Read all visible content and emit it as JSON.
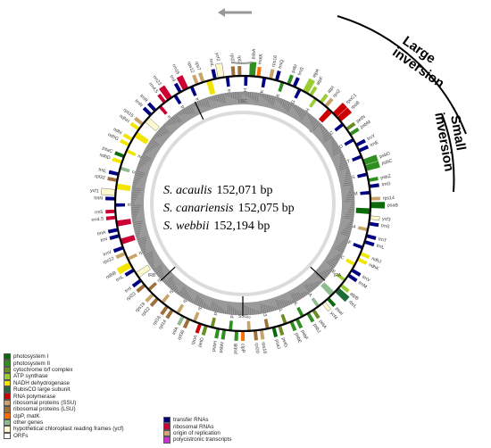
{
  "species": [
    {
      "name": "S. acaulis",
      "size": "152,071 bp"
    },
    {
      "name": "S. canariensis",
      "size": "152,075 bp"
    },
    {
      "name": "S. webbii",
      "size": "152,194 bp"
    }
  ],
  "inversions": {
    "large": [
      "Large",
      "inversion"
    ],
    "small": [
      "Small",
      "inversion"
    ]
  },
  "regions": {
    "lsc": "LSC",
    "ira": "IRA",
    "irb": "IRB",
    "ssc": "SSC"
  },
  "legend": [
    {
      "label": "photosystem I",
      "color": "#0b6b0b"
    },
    {
      "label": "photosystem II",
      "color": "#2f8f1f"
    },
    {
      "label": "cytochrome b/f complex",
      "color": "#6b8e23"
    },
    {
      "label": "ATP synthase",
      "color": "#9acd32"
    },
    {
      "label": "NADH dehydrogenase",
      "color": "#f2e500"
    },
    {
      "label": "RubisCO large subunit",
      "color": "#1e6b3a"
    },
    {
      "label": "RNA polymerase",
      "color": "#cc0000"
    },
    {
      "label": "ribosomal proteins (SSU)",
      "color": "#c8a46a"
    },
    {
      "label": "ribosomal proteins (LSU)",
      "color": "#a0703c"
    },
    {
      "label": "clpP, matK",
      "color": "#ff6f00"
    },
    {
      "label": "other genes",
      "color": "#8fbc8f"
    },
    {
      "label": "hypothetical chloroplast reading frames (ycf)",
      "color": "#fffacd"
    },
    {
      "label": "ORFs",
      "color": "#ffffff"
    }
  ],
  "legend2": [
    {
      "label": "transfer RNAs",
      "color": "#000080"
    },
    {
      "label": "ribosomal RNAs",
      "color": "#cc0033"
    },
    {
      "label": "origin of replication",
      "color": "#d2a679"
    },
    {
      "label": "polycistronic transcripts",
      "color": "#cc33cc"
    }
  ],
  "genes": {
    "outer": [
      "trnH",
      "psbA",
      "matK",
      "trnK",
      "rps16",
      "trnQ",
      "psbK",
      "psbI",
      "trnS",
      "trnG",
      "atpA",
      "atpF",
      "atpH",
      "atpI",
      "rps2",
      "rpoC2",
      "rpoC1",
      "rpoB",
      "trnC",
      "petN",
      "psbM",
      "trnD",
      "trnY",
      "trnE",
      "trnT",
      "psbD",
      "psbC",
      "trnS",
      "psbZ",
      "trnG",
      "trnfM",
      "rps14",
      "psaB",
      "psaA",
      "ycf3",
      "trnS",
      "rps4",
      "trnT",
      "trnL",
      "trnF",
      "ndhJ",
      "ndhK",
      "ndhC",
      "trnV",
      "trnM",
      "atpE",
      "atpB",
      "rbcL",
      "accD",
      "psaI",
      "ycf4",
      "cemA",
      "petA",
      "psbJ",
      "psbL",
      "psbF",
      "psbE",
      "petL",
      "petG",
      "psaJ",
      "rpl33",
      "rps18",
      "rpl20",
      "rps12",
      "clpP",
      "psbB",
      "psbT",
      "psbN",
      "psbH",
      "petB",
      "petD",
      "rpoA",
      "rps11",
      "rpl36",
      "infA",
      "rps8",
      "rpl14",
      "rpl16",
      "rps3",
      "rpl22",
      "rps19",
      "rpl2",
      "rpl23",
      "trnI",
      "ycf2",
      "trnL",
      "ndhB",
      "rps7",
      "rps12",
      "trnV",
      "rrn16",
      "trnI",
      "trnA",
      "rrn23",
      "rrn4.5",
      "rrn5",
      "trnR",
      "trnN",
      "ycf1",
      "ndhF",
      "rpl32",
      "trnL",
      "ccsA",
      "ndhD",
      "psaC",
      "ndhE",
      "ndhG",
      "ndhI",
      "ndhA",
      "ndhH",
      "rps15",
      "ycf1",
      "trnN",
      "trnR",
      "rrn5",
      "rrn4.5",
      "rrn23",
      "trnA",
      "trnI",
      "rrn16",
      "trnV",
      "rps12",
      "rps7",
      "ndhB",
      "trnL",
      "ycf2",
      "trnI",
      "rpl23",
      "rpl2"
    ]
  }
}
